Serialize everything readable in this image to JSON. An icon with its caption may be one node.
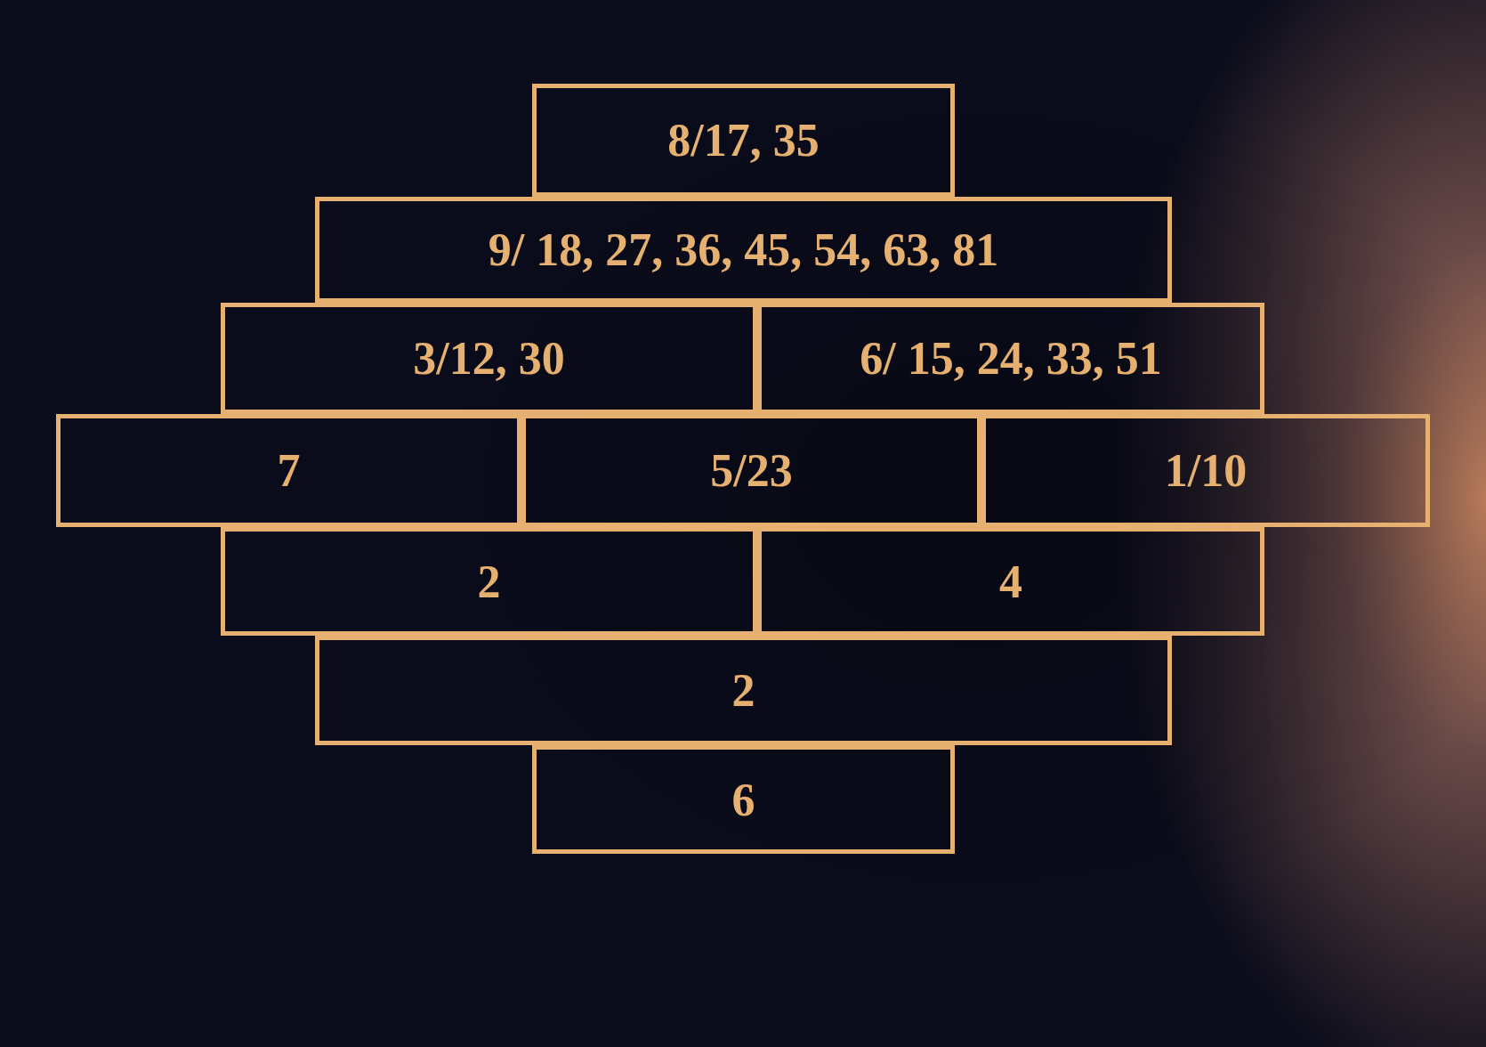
{
  "diagram": {
    "nodes": [
      {
        "text": [
          "8/17, 35"
        ]
      },
      {
        "text": [
          "9/ 18, 27, 36, 45, 54, 63, 81"
        ]
      },
      {
        "text": [
          "3/12, 30"
        ]
      },
      {
        "text": [
          "6/ 15, 24, 33, 51"
        ]
      },
      {
        "text": [
          "7"
        ]
      },
      {
        "text": [
          "5/23"
        ]
      },
      {
        "text": [
          "1/10"
        ]
      },
      {
        "text": [
          "2"
        ]
      },
      {
        "text": [
          "4"
        ]
      },
      {
        "text": [
          "2"
        ]
      },
      {
        "text": [
          "6"
        ]
      }
    ]
  }
}
